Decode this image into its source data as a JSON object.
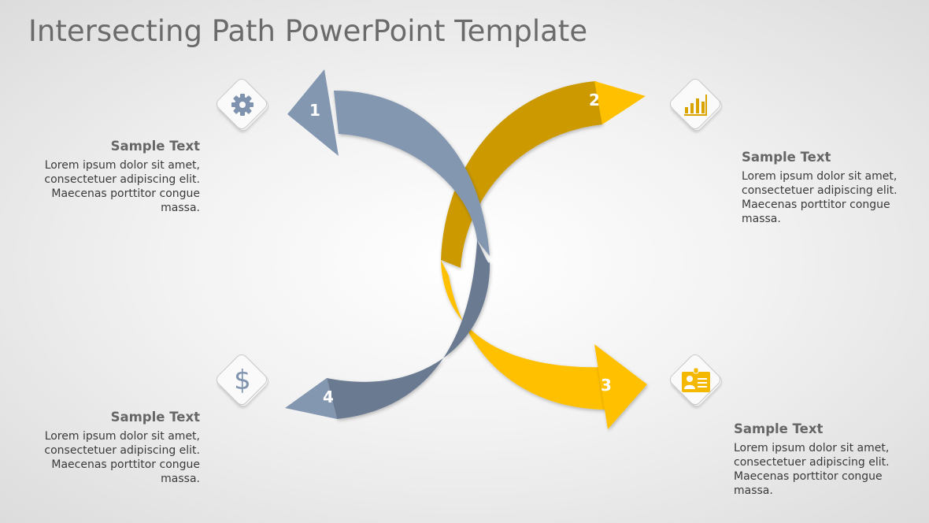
{
  "title": "Intersecting Path PowerPoint Template",
  "colors": {
    "blue_light": "#8497b0",
    "blue_dark": "#6a7a91",
    "gold_dark": "#cc9a06",
    "gold": "#ffc000"
  },
  "steps": [
    {
      "number": "1",
      "icon": "gear-icon",
      "heading": "Sample Text",
      "body": "Lorem ipsum dolor sit amet, consectetuer adipiscing elit. Maecenas porttitor congue massa."
    },
    {
      "number": "2",
      "icon": "bar-chart-icon",
      "heading": "Sample Text",
      "body": "Lorem ipsum dolor sit amet, consectetuer adipiscing elit. Maecenas porttitor congue massa."
    },
    {
      "number": "3",
      "icon": "id-card-icon",
      "heading": "Sample Text",
      "body": "Lorem ipsum dolor sit amet, consectetuer adipiscing elit. Maecenas porttitor congue massa."
    },
    {
      "number": "4",
      "icon": "dollar-icon",
      "heading": "Sample Text",
      "body": "Lorem ipsum dolor sit amet, consectetuer adipiscing elit. Maecenas porttitor congue massa."
    }
  ]
}
